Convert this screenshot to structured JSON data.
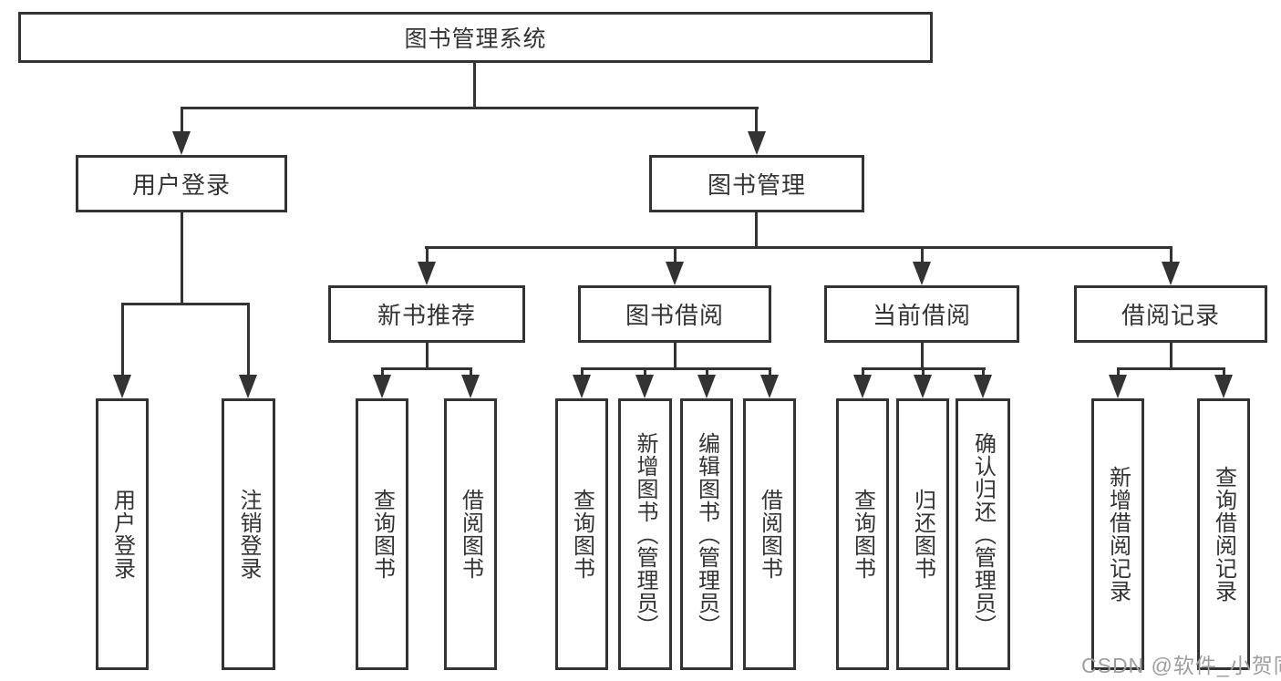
{
  "tree": {
    "root": {
      "label": "图书管理系统",
      "children": [
        {
          "label": "用户登录",
          "children": [
            {
              "label": "用户登录"
            },
            {
              "label": "注销登录"
            }
          ]
        },
        {
          "label": "图书管理",
          "children": [
            {
              "label": "新书推荐",
              "children": [
                {
                  "label": "查询图书"
                },
                {
                  "label": "借阅图书"
                }
              ]
            },
            {
              "label": "图书借阅",
              "children": [
                {
                  "label": "查询图书"
                },
                {
                  "label": "新增图书（管理员）"
                },
                {
                  "label": "编辑图书（管理员）"
                },
                {
                  "label": "借阅图书"
                }
              ]
            },
            {
              "label": "当前借阅",
              "children": [
                {
                  "label": "查询图书"
                },
                {
                  "label": "归还图书"
                },
                {
                  "label": "确认归还（管理员）"
                }
              ]
            },
            {
              "label": "借阅记录",
              "children": [
                {
                  "label": "新增借阅记录"
                },
                {
                  "label": "查询借阅记录"
                }
              ]
            }
          ]
        }
      ]
    }
  },
  "watermark": {
    "text": "CSDN @软件_小贺同学"
  },
  "colors": {
    "line": "#333333",
    "text": "#333333",
    "watermark": "#9e9e9e",
    "background": "#ffffff"
  }
}
